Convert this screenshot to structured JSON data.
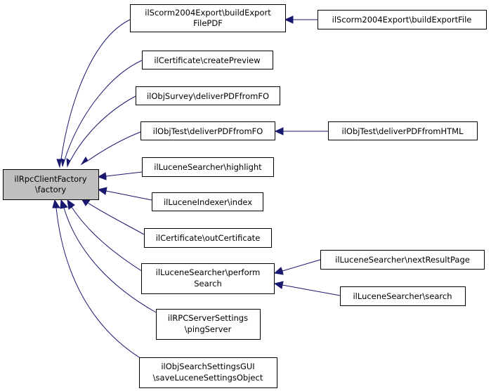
{
  "diagram": {
    "edge_color": "#191970",
    "root_fill": "#bfbfbf",
    "nodes": {
      "root": {
        "lines": [
          "ilRpcClientFactory",
          "\\factory"
        ]
      },
      "scorm_build_pdf": {
        "lines": [
          "ilScorm2004Export\\buildExport",
          "FilePDF"
        ]
      },
      "scorm_build_file": {
        "lines": [
          "ilScorm2004Export\\buildExportFile"
        ]
      },
      "cert_preview": {
        "lines": [
          "ilCertificate\\createPreview"
        ]
      },
      "survey_deliver": {
        "lines": [
          "ilObjSurvey\\deliverPDFfromFO"
        ]
      },
      "test_deliver_fo": {
        "lines": [
          "ilObjTest\\deliverPDFfromFO"
        ]
      },
      "test_deliver_html": {
        "lines": [
          "ilObjTest\\deliverPDFfromHTML"
        ]
      },
      "lucene_highlight": {
        "lines": [
          "ilLuceneSearcher\\highlight"
        ]
      },
      "lucene_index": {
        "lines": [
          "ilLuceneIndexer\\index"
        ]
      },
      "cert_out": {
        "lines": [
          "ilCertificate\\outCertificate"
        ]
      },
      "lucene_perform": {
        "lines": [
          "ilLuceneSearcher\\perform",
          "Search"
        ]
      },
      "lucene_next": {
        "lines": [
          "ilLuceneSearcher\\nextResultPage"
        ]
      },
      "lucene_search": {
        "lines": [
          "ilLuceneSearcher\\search"
        ]
      },
      "rpc_ping": {
        "lines": [
          "ilRPCServerSettings",
          "\\pingServer"
        ]
      },
      "search_gui_save": {
        "lines": [
          "ilObjSearchSettingsGUI",
          "\\saveLuceneSettingsObject"
        ]
      }
    },
    "edges": [
      {
        "from": "scorm_build_pdf",
        "to": "root"
      },
      {
        "from": "cert_preview",
        "to": "root"
      },
      {
        "from": "survey_deliver",
        "to": "root"
      },
      {
        "from": "test_deliver_fo",
        "to": "root"
      },
      {
        "from": "lucene_highlight",
        "to": "root"
      },
      {
        "from": "lucene_index",
        "to": "root"
      },
      {
        "from": "cert_out",
        "to": "root"
      },
      {
        "from": "lucene_perform",
        "to": "root"
      },
      {
        "from": "rpc_ping",
        "to": "root"
      },
      {
        "from": "search_gui_save",
        "to": "root"
      },
      {
        "from": "scorm_build_file",
        "to": "scorm_build_pdf"
      },
      {
        "from": "test_deliver_html",
        "to": "test_deliver_fo"
      },
      {
        "from": "lucene_next",
        "to": "lucene_perform"
      },
      {
        "from": "lucene_search",
        "to": "lucene_perform"
      }
    ]
  }
}
